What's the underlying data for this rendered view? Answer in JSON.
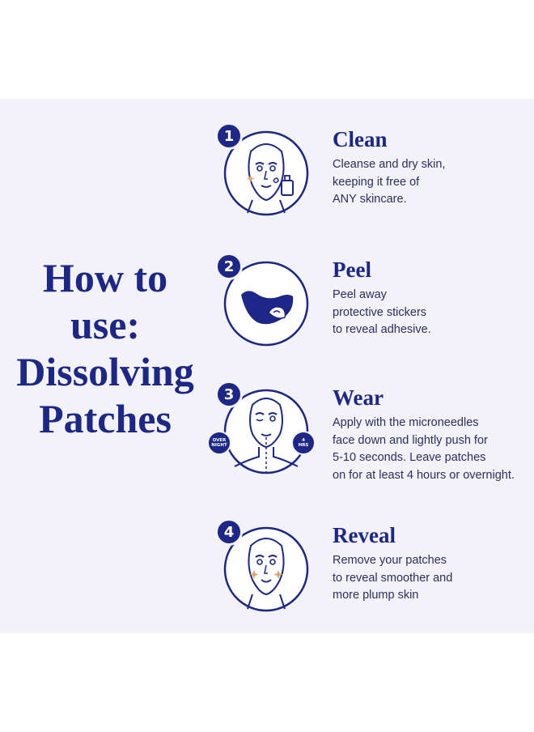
{
  "headline": {
    "lines": [
      "How to",
      "use:",
      "Dissolving",
      "Patches"
    ]
  },
  "colors": {
    "navy": "#1c2788",
    "panel_background": "#f3f2f9",
    "sparkle": "#e0a46a"
  },
  "steps": [
    {
      "number": "1",
      "title": "Clean",
      "icon": "face-cleansing-icon",
      "description": [
        "Cleanse and dry skin,",
        "keeping it free of",
        "ANY skincare."
      ]
    },
    {
      "number": "2",
      "title": "Peel",
      "icon": "patch-peel-icon",
      "description": [
        "Peel away",
        "protective stickers",
        "to reveal adhesive."
      ]
    },
    {
      "number": "3",
      "title": "Wear",
      "icon": "face-wear-patch-icon",
      "badges": {
        "overnight": [
          "OVER",
          "NIGHT"
        ],
        "hours": [
          "4",
          "HRS"
        ]
      },
      "description": [
        "Apply with the microneedles",
        "face down and lightly push for",
        "5-10 seconds. Leave patches",
        "on for at least 4 hours or overnight."
      ]
    },
    {
      "number": "4",
      "title": "Reveal",
      "icon": "face-glowing-icon",
      "description": [
        "Remove your patches",
        "to reveal smoother and",
        "more plump skin"
      ]
    }
  ]
}
